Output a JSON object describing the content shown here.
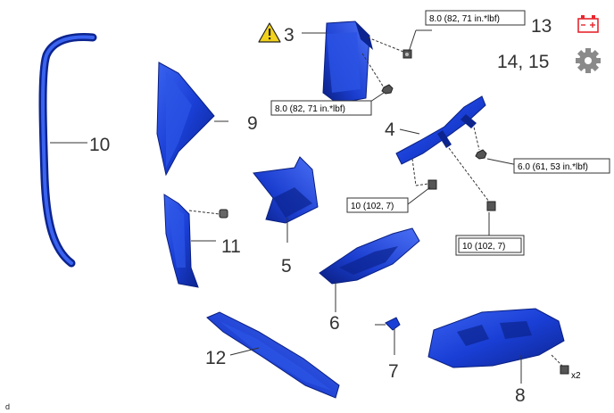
{
  "callouts": {
    "c3": "3",
    "c4": "4",
    "c5": "5",
    "c6": "6",
    "c7": "7",
    "c8": "8",
    "c9": "9",
    "c10": "10",
    "c11": "11",
    "c12": "12",
    "c13": "13",
    "c14_15": "14, 15"
  },
  "torques": {
    "t1": "8.0 (82, 71 in.*lbf)",
    "t2": "8.0 (82, 71 in.*lbf)",
    "t3": "6.0 (61, 53 in.*lbf)",
    "t4": "10 (102, 7)",
    "t5": "10 (102, 7)"
  },
  "quantity_label": "x2",
  "corner_ref": "d",
  "colors": {
    "part_blue": "#1a3fd6",
    "part_dark": "#0c248f",
    "warning_yellow": "#f2d21b",
    "battery_red": "#e8262e",
    "gear_gray": "#8a8a8a"
  },
  "icons": [
    "warning-icon",
    "battery-icon",
    "gear-icon",
    "bolt-icon",
    "nut-icon",
    "clip-icon"
  ]
}
